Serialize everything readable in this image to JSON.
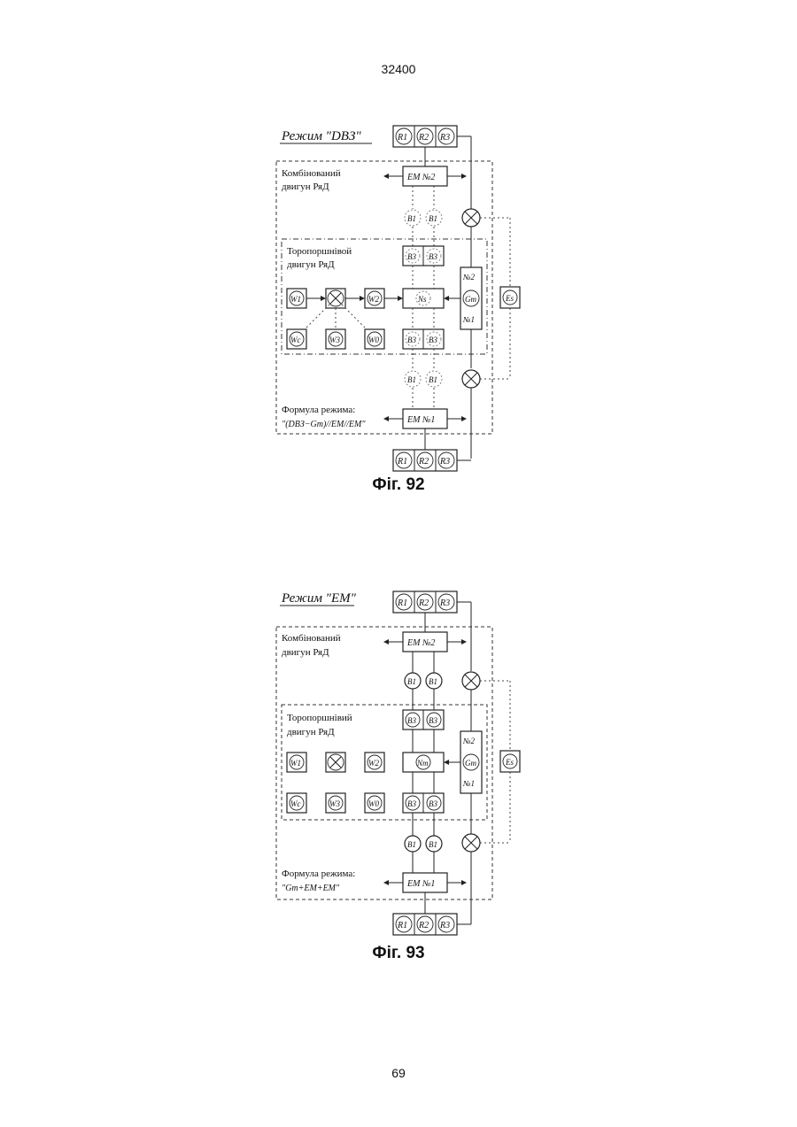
{
  "page": {
    "header_number": "32400",
    "footer_number": "69"
  },
  "fig92": {
    "mode_title": "Режим \"DBЗ\"",
    "engine_label_1": "Комбінований",
    "engine_label_2": "двигун РяД",
    "piston_label_1": "Торопоршнівой",
    "piston_label_2": "двигун РяД",
    "formula_label": "Формула режима:",
    "formula_value": "\"(DBЗ−Gm)//ЕМ//ЕМ\"",
    "em2": "ЕМ №2",
    "em1": "ЕМ №1",
    "r_labels": [
      "R1",
      "R2",
      "R3"
    ],
    "b1": "B1",
    "b3": "B3",
    "gm": "Gm",
    "gm_top": "№2",
    "gm_bottom": "№1",
    "ns": "Ns",
    "es": "Es",
    "w_top": [
      "W1",
      "W2"
    ],
    "w_bottom": [
      "Wc",
      "W3",
      "W0"
    ],
    "caption": "Фіг. 92"
  },
  "fig93": {
    "mode_title": "Режим \"ЕМ\"",
    "engine_label_1": "Комбінований",
    "engine_label_2": "двигун РяД",
    "piston_label_1": "Торопоршнівий",
    "piston_label_2": "двигун РяД",
    "formula_label": "Формула режима:",
    "formula_value": "\"Gm+ЕМ+ЕМ\"",
    "em2": "ЕМ №2",
    "em1": "ЕМ №1",
    "r_labels": [
      "R1",
      "R2",
      "R3"
    ],
    "b1": "B1",
    "b3": "B3",
    "gm": "Gm",
    "gm_top": "№2",
    "gm_bottom": "№1",
    "nm": "Nm",
    "es": "Es",
    "w_top": [
      "W1",
      "W2"
    ],
    "w_bottom": [
      "Wc",
      "W3",
      "W0"
    ],
    "caption": "Фіг. 93"
  }
}
